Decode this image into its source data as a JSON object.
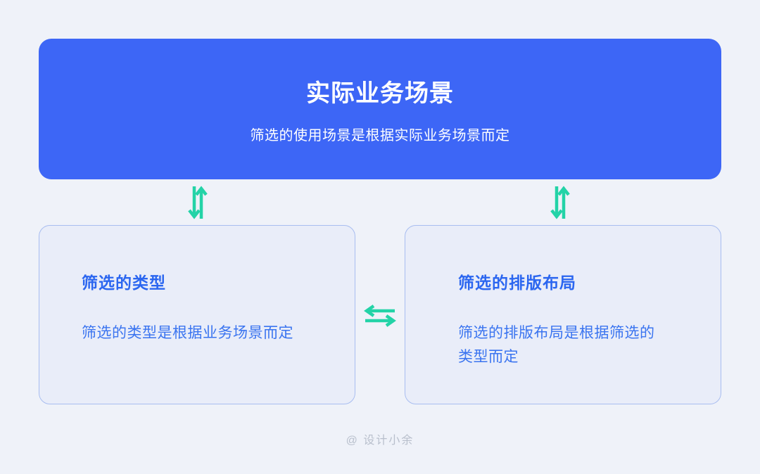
{
  "page": {
    "watermark": "@ 设计小余"
  },
  "colors": {
    "page_bg": "#eff2f9",
    "primary_blue": "#3d66f6",
    "card_bg": "#e9edf9",
    "card_border": "#a8bdf0",
    "title_text": "#2b66f0",
    "body_text": "#3a74f0",
    "arrow_teal": "#23d3a7",
    "watermark_gray": "#b8bfcc",
    "white": "#ffffff"
  },
  "top_box": {
    "title": "实际业务场景",
    "subtitle": "筛选的使用场景是根据实际业务场景而定"
  },
  "cards": [
    {
      "title": "筛选的类型",
      "body": "筛选的类型是根据业务场景而定"
    },
    {
      "title": "筛选的排版布局",
      "body": "筛选的排版布局是根据筛选的类型而定"
    }
  ],
  "icons": {
    "vertical_swap": "swap-vertical double arrow (down + up)",
    "horizontal_swap": "swap-horizontal double arrow (left + right)"
  }
}
